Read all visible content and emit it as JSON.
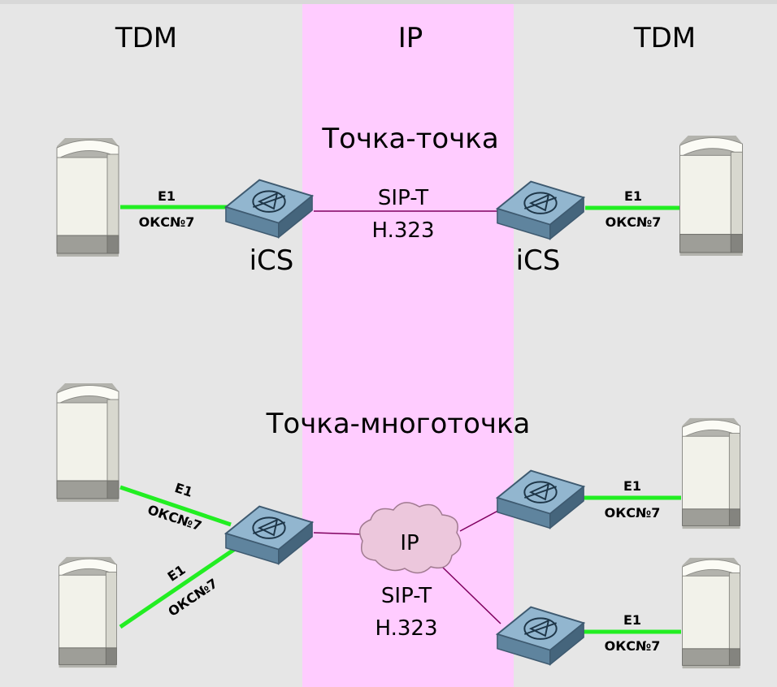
{
  "zones": {
    "left": "TDM",
    "middle": "IP",
    "right": "TDM"
  },
  "colors": {
    "tdm_zone": "#e6e6e6",
    "ip_zone": "#ffccff",
    "tdm_link": "#22ee22",
    "ip_link": "#800060"
  },
  "point_to_point": {
    "title": "Точка-точка",
    "link_left": {
      "line1": "E1",
      "line2": "ОКС№7"
    },
    "link_right": {
      "line1": "E1",
      "line2": "ОКС№7"
    },
    "ip_link": {
      "line1": "SIP-T",
      "line2": "H.323"
    },
    "gateway_left_label": "iCS",
    "gateway_right_label": "iCS"
  },
  "point_to_multipoint": {
    "title": "Точка-многоточка",
    "cloud_label": "IP",
    "ip_link": {
      "line1": "SIP-T",
      "line2": "H.323"
    },
    "link_left_top": {
      "line1": "E1",
      "line2": "ОКС№7"
    },
    "link_left_bottom": {
      "line1": "E1",
      "line2": "ОКС№7"
    },
    "link_right_top": {
      "line1": "E1",
      "line2": "ОКС№7"
    },
    "link_right_bottom": {
      "line1": "E1",
      "line2": "ОКС№7"
    }
  },
  "icons": [
    "server-icon",
    "gateway-router-icon",
    "ip-cloud-icon"
  ]
}
